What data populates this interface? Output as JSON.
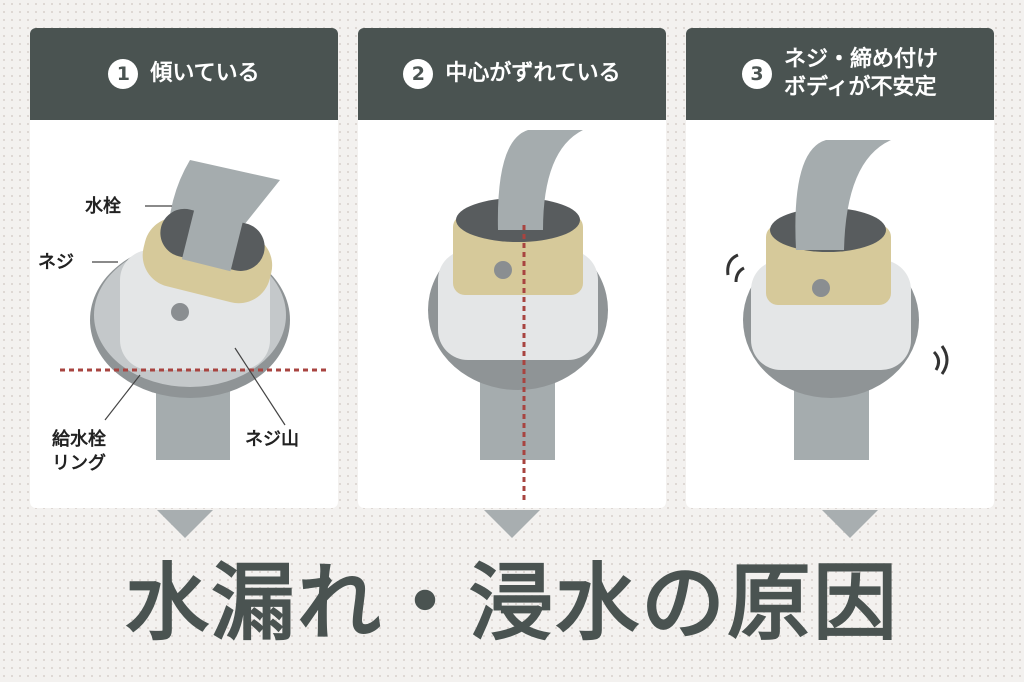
{
  "panels": [
    {
      "number": "1",
      "title": "傾いている",
      "labels": {
        "faucet": "水栓",
        "screw": "ネジ",
        "ring": "給水栓\nリング",
        "thread": "ネジ山"
      }
    },
    {
      "number": "2",
      "title": "中心がずれている"
    },
    {
      "number": "3",
      "title": "ネジ・締め付け\nボディが不安定"
    }
  ],
  "main_title": "水漏れ・浸水の原因",
  "colors": {
    "header": "#4a5351",
    "brass": "#d6c99a",
    "pipe": "#a5acae",
    "guide_line": "#a84440",
    "arrow": "#a8aeb0"
  }
}
